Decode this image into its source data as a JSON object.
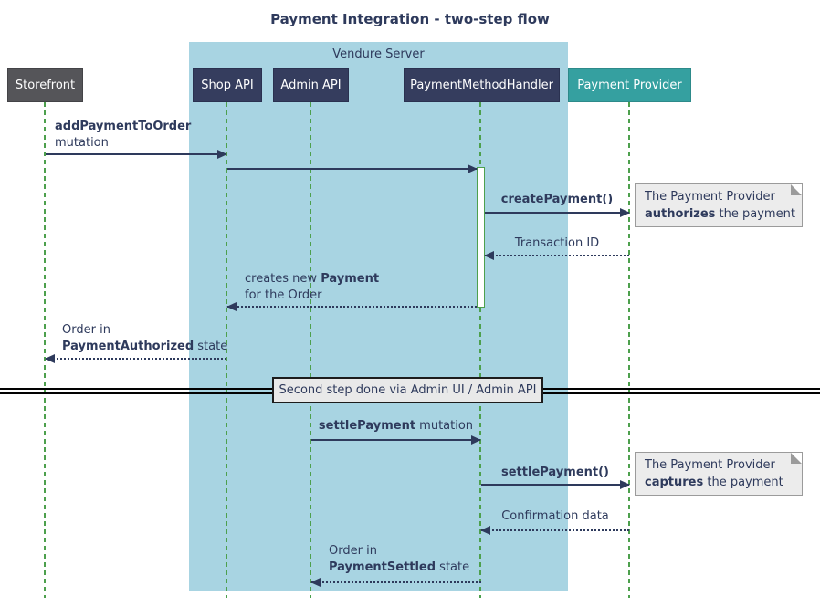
{
  "title": "Payment Integration - two-step flow",
  "container": {
    "label": "Vendure Server"
  },
  "participants": [
    {
      "name": "Storefront"
    },
    {
      "name": "Shop API"
    },
    {
      "name": "Admin API"
    },
    {
      "name": "PaymentMethodHandler"
    },
    {
      "name": "Payment Provider"
    }
  ],
  "messages": {
    "add_payment": {
      "bold": "addPaymentToOrder",
      "line2": "mutation"
    },
    "create_payment": {
      "bold": "createPayment()"
    },
    "transaction_id": {
      "text": "Transaction ID"
    },
    "creates_payment": {
      "pre": "creates new ",
      "bold": "Payment",
      "line2": "for the Order"
    },
    "order_authorized": {
      "line1": "Order in",
      "bold": "PaymentAuthorized",
      "post": " state"
    },
    "settle_mutation": {
      "bold": "settlePayment",
      "post": " mutation"
    },
    "settle_call": {
      "bold": "settlePayment()"
    },
    "confirmation": {
      "text": "Confirmation data"
    },
    "order_settled": {
      "line1": "Order in",
      "bold": "PaymentSettled",
      "post": " state"
    }
  },
  "divider": {
    "text": "Second step done via Admin UI / Admin API"
  },
  "notes": {
    "authorize": {
      "line1": "The Payment Provider",
      "bold": "authorizes",
      "post": " the payment"
    },
    "capture": {
      "line1": "The Payment Provider",
      "bold": "captures",
      "post": " the payment"
    }
  },
  "colors": {
    "container": "#a8d4e2",
    "box": "#353d5e",
    "box_border": "#2a3150",
    "ext": "#555559",
    "ext_border": "#434347",
    "provider": "#35a0a0",
    "provider_border": "#2d8a8a",
    "life": "#4da04d",
    "ink": "#2e3a5c",
    "note": "#ececec",
    "note_border": "#9b9b9b"
  }
}
